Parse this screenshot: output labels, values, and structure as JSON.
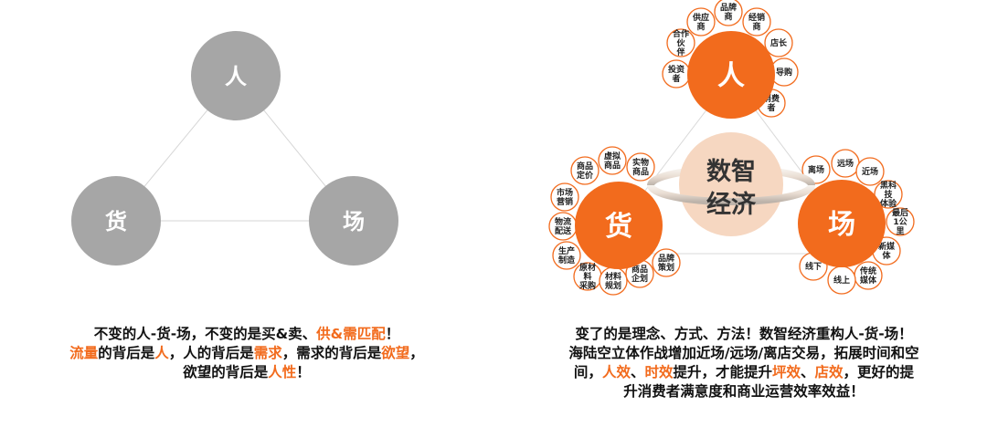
{
  "left_diagram": {
    "nodes": {
      "people": "人",
      "goods": "货",
      "place": "场"
    }
  },
  "right_diagram": {
    "center": {
      "line1": "数智",
      "line2": "经济"
    },
    "nodes": {
      "people": "人",
      "goods": "货",
      "place": "场"
    },
    "people_satellites": [
      "投资者",
      "合作伙伴",
      "供应商",
      "品牌商",
      "经销商",
      "店长",
      "导购",
      "消费者"
    ],
    "goods_satellites": [
      "商品定价",
      "虚拟商品",
      "实物商品",
      "市场营销",
      "物流配送",
      "生产制造",
      "原材料采购",
      "材料规划",
      "商品企划",
      "品牌策划"
    ],
    "place_satellites": [
      "离场",
      "远场",
      "近场",
      "黑科技体验",
      "最后1公里",
      "新媒体",
      "传统媒体",
      "线上",
      "线下"
    ]
  },
  "captions": {
    "left": {
      "l1a": "不变的人-货-场，不变的是买&卖、",
      "l1b": "供&需匹配",
      "l1c": "！",
      "l2a": "流量",
      "l2b": "的背后是",
      "l2c": "人",
      "l2d": "，人的背后是",
      "l2e": "需求",
      "l2f": "，需求的背后是",
      "l2g": "欲望",
      "l2h": "，",
      "l3a": "欲望的背后是",
      "l3b": "人性",
      "l3c": "！"
    },
    "right": {
      "l1": "变了的是理念、方式、方法！数智经济重构人-货-场！",
      "l2": "海陆空立体作战增加近场/远场/离店交易，拓展时间和空",
      "l3a": "间，",
      "l3b": "人效",
      "l3c": "、",
      "l3d": "时效",
      "l3e": "提升，才能提升",
      "l3f": "坪效",
      "l3g": "、",
      "l3h": "店效",
      "l3i": "，更好的提",
      "l4": "升消费者满意度和商业运营效率效益！"
    }
  },
  "colors": {
    "orange": "#f26b1d",
    "gray": "#a6a6a6",
    "peach": "#f6d7c1",
    "satellite_border": "#f26b1d",
    "text": "#111111"
  }
}
